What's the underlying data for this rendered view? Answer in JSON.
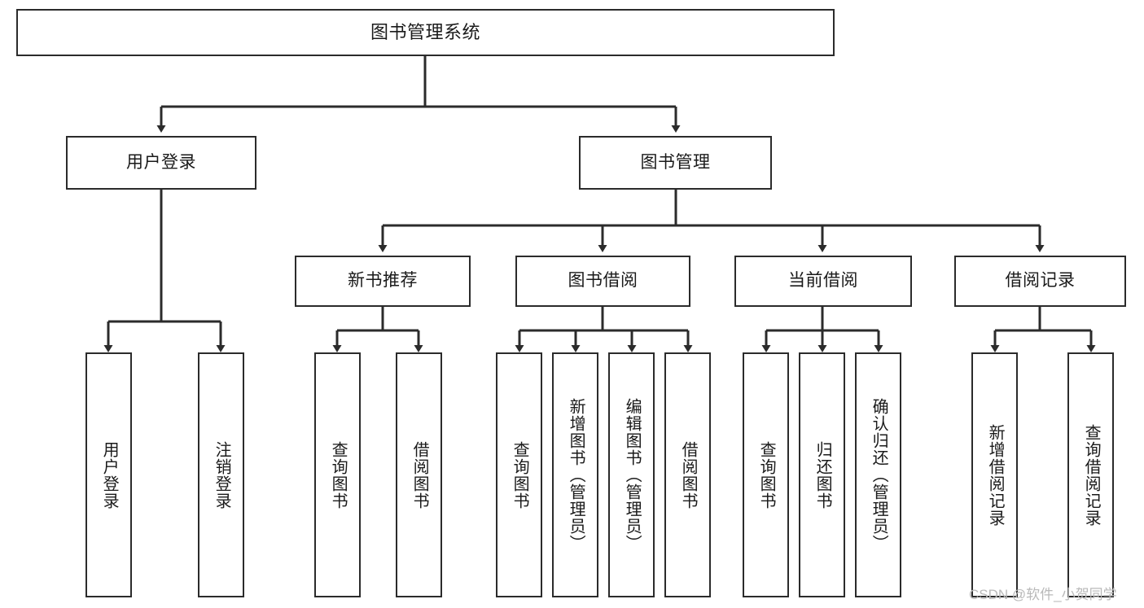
{
  "diagram": {
    "title": "图书管理系统",
    "type": "tree-hierarchy-chart",
    "watermark": "CSDN @软件_小贺同学",
    "nodes": {
      "root": {
        "label": "图书管理系统"
      },
      "level2": [
        {
          "label": "用户登录"
        },
        {
          "label": "图书管理"
        }
      ],
      "level3": [
        {
          "label": "新书推荐"
        },
        {
          "label": "图书借阅"
        },
        {
          "label": "当前借阅"
        },
        {
          "label": "借阅记录"
        }
      ],
      "leaves": {
        "user_login": [
          {
            "label": "用户登录"
          },
          {
            "label": "注销登录"
          }
        ],
        "new_book_recommend": [
          {
            "label": "查询图书"
          },
          {
            "label": "借阅图书"
          }
        ],
        "book_borrow": [
          {
            "label": "查询图书"
          },
          {
            "label": "新增图书（管理员）"
          },
          {
            "label": "编辑图书（管理员）"
          },
          {
            "label": "借阅图书"
          }
        ],
        "current_borrow": [
          {
            "label": "查询图书"
          },
          {
            "label": "归还图书"
          },
          {
            "label": "确认归还（管理员）"
          }
        ],
        "borrow_record": [
          {
            "label": "新增借阅记录"
          },
          {
            "label": "查询借阅记录"
          }
        ]
      }
    },
    "colors": {
      "stroke": "#2b2b2b",
      "fill": "#ffffff",
      "text": "#1a1a1a",
      "watermark": "#b9b9b9"
    }
  }
}
